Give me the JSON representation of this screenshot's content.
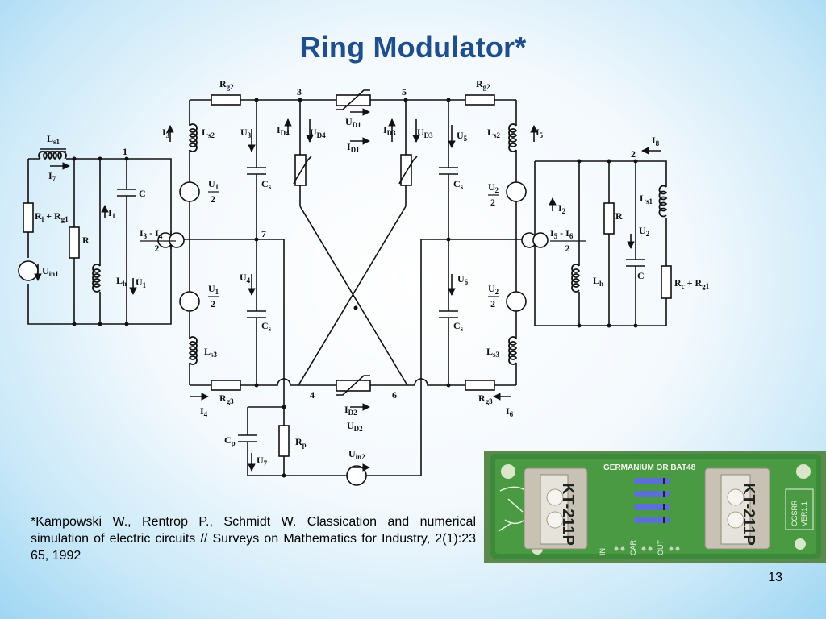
{
  "title": "Ring Modulator*",
  "footnote": "*Kampowski W., Rentrop P., Schmidt W. Classication and numerical simulation of electric circuits // Surveys on Mathematics for Industry, 2(1):23 65, 1992",
  "page_number": "13",
  "board": {
    "top_label": "GERMANIUM OR BAT48",
    "transformer_left": "KT-211P",
    "transformer_right": "KT-211P",
    "side_label_1": "CGSRR",
    "side_label_2": "VER1.1",
    "pin_labels": [
      "IN",
      "CAR",
      "OUT"
    ]
  },
  "colors": {
    "title": "#1f4e8c",
    "pcb": "#3d8a3a",
    "transformer": "#c7c2b4"
  },
  "circuit": {
    "labels": [
      {
        "id": "rg2-left",
        "parts": [
          [
            "R",
            ""
          ],
          [
            "g2",
            "sub"
          ]
        ]
      },
      {
        "id": "rg2-right",
        "parts": [
          [
            "R",
            ""
          ],
          [
            "g2",
            "sub"
          ]
        ]
      },
      {
        "id": "rg3-left",
        "parts": [
          [
            "R",
            ""
          ],
          [
            "g3",
            "sub"
          ]
        ]
      },
      {
        "id": "rg3-right",
        "parts": [
          [
            "R",
            ""
          ],
          [
            "g3",
            "sub"
          ]
        ]
      },
      {
        "id": "node-1",
        "parts": [
          [
            "1",
            ""
          ]
        ]
      },
      {
        "id": "node-2",
        "parts": [
          [
            "2",
            ""
          ]
        ]
      },
      {
        "id": "node-3",
        "parts": [
          [
            "3",
            ""
          ]
        ]
      },
      {
        "id": "node-4",
        "parts": [
          [
            "4",
            ""
          ]
        ]
      },
      {
        "id": "node-5",
        "parts": [
          [
            "5",
            ""
          ]
        ]
      },
      {
        "id": "node-6",
        "parts": [
          [
            "6",
            ""
          ]
        ]
      },
      {
        "id": "node-7",
        "parts": [
          [
            "7",
            ""
          ]
        ]
      },
      {
        "id": "ud1",
        "parts": [
          [
            "U",
            ""
          ],
          [
            "D1",
            "sub"
          ]
        ]
      },
      {
        "id": "id1",
        "parts": [
          [
            "I",
            ""
          ],
          [
            "D1",
            "sub"
          ]
        ]
      },
      {
        "id": "id2",
        "parts": [
          [
            "I",
            ""
          ],
          [
            "D2",
            "sub"
          ]
        ]
      },
      {
        "id": "ud2",
        "parts": [
          [
            "U",
            ""
          ],
          [
            "D2",
            "sub"
          ]
        ]
      },
      {
        "id": "id4",
        "parts": [
          [
            "I",
            ""
          ],
          [
            "D4",
            "sub"
          ]
        ]
      },
      {
        "id": "ud4",
        "parts": [
          [
            "U",
            ""
          ],
          [
            "D4",
            "sub"
          ]
        ]
      },
      {
        "id": "id3",
        "parts": [
          [
            "I",
            ""
          ],
          [
            "D3",
            "sub"
          ]
        ]
      },
      {
        "id": "ud3",
        "parts": [
          [
            "U",
            ""
          ],
          [
            "D3",
            "sub"
          ]
        ]
      },
      {
        "id": "i3",
        "parts": [
          [
            "I",
            ""
          ],
          [
            "3",
            "sub"
          ]
        ]
      },
      {
        "id": "ls2-left",
        "parts": [
          [
            "L",
            ""
          ],
          [
            "s2",
            "sub"
          ]
        ]
      },
      {
        "id": "u3",
        "parts": [
          [
            "U",
            ""
          ],
          [
            "3",
            "sub"
          ]
        ]
      },
      {
        "id": "cs-tl",
        "parts": [
          [
            "C",
            ""
          ],
          [
            "s",
            "sub"
          ]
        ]
      },
      {
        "id": "u1half-top",
        "parts": [
          [
            "U",
            ""
          ],
          [
            "1",
            "sub"
          ]
        ],
        "frac": "2"
      },
      {
        "id": "i3-i4",
        "parts": [
          [
            "I",
            ""
          ],
          [
            "3",
            "sub"
          ],
          [
            " - I",
            ""
          ],
          [
            "4",
            "sub"
          ]
        ],
        "frac": "2"
      },
      {
        "id": "u4",
        "parts": [
          [
            "U",
            ""
          ],
          [
            "4",
            "sub"
          ]
        ]
      },
      {
        "id": "u1half-bot",
        "parts": [
          [
            "U",
            ""
          ],
          [
            "1",
            "sub"
          ]
        ],
        "frac": "2"
      },
      {
        "id": "cs-bl",
        "parts": [
          [
            "C",
            ""
          ],
          [
            "s",
            "sub"
          ]
        ]
      },
      {
        "id": "ls3-left",
        "parts": [
          [
            "L",
            ""
          ],
          [
            "s3",
            "sub"
          ]
        ]
      },
      {
        "id": "i4",
        "parts": [
          [
            "I",
            ""
          ],
          [
            "4",
            "sub"
          ]
        ]
      },
      {
        "id": "ls1-left",
        "parts": [
          [
            "L",
            ""
          ],
          [
            "s1",
            "sub"
          ]
        ]
      },
      {
        "id": "i7",
        "parts": [
          [
            "I",
            ""
          ],
          [
            "7",
            "sub"
          ]
        ]
      },
      {
        "id": "ri-rg1",
        "parts": [
          [
            "R",
            ""
          ],
          [
            "i",
            "sub"
          ],
          [
            " + R",
            ""
          ],
          [
            "g1",
            "sub"
          ]
        ]
      },
      {
        "id": "uin1",
        "parts": [
          [
            "U",
            ""
          ],
          [
            "in1",
            "sub"
          ]
        ]
      },
      {
        "id": "r-left",
        "parts": [
          [
            "R",
            ""
          ]
        ]
      },
      {
        "id": "i1",
        "parts": [
          [
            "I",
            ""
          ],
          [
            "1",
            "sub"
          ]
        ]
      },
      {
        "id": "lh-left",
        "parts": [
          [
            "L",
            ""
          ],
          [
            "h",
            "sub"
          ]
        ]
      },
      {
        "id": "u1",
        "parts": [
          [
            "U",
            ""
          ],
          [
            "1",
            "sub"
          ]
        ]
      },
      {
        "id": "c-left",
        "parts": [
          [
            "C",
            ""
          ]
        ]
      },
      {
        "id": "cp",
        "parts": [
          [
            "C",
            ""
          ],
          [
            "p",
            "sub"
          ]
        ]
      },
      {
        "id": "u7",
        "parts": [
          [
            "U",
            ""
          ],
          [
            "7",
            "sub"
          ]
        ]
      },
      {
        "id": "rp",
        "parts": [
          [
            "R",
            ""
          ],
          [
            "p",
            "sub"
          ]
        ]
      },
      {
        "id": "uin2",
        "parts": [
          [
            "U",
            ""
          ],
          [
            "in2",
            "sub"
          ]
        ]
      },
      {
        "id": "i5",
        "parts": [
          [
            "I",
            ""
          ],
          [
            "5",
            "sub"
          ]
        ]
      },
      {
        "id": "ls2-right",
        "parts": [
          [
            "L",
            ""
          ],
          [
            "s2",
            "sub"
          ]
        ]
      },
      {
        "id": "u5",
        "parts": [
          [
            "U",
            ""
          ],
          [
            "5",
            "sub"
          ]
        ]
      },
      {
        "id": "cs-tr",
        "parts": [
          [
            "C",
            ""
          ],
          [
            "s",
            "sub"
          ]
        ]
      },
      {
        "id": "u2half-top",
        "parts": [
          [
            "U",
            ""
          ],
          [
            "2",
            "sub"
          ]
        ],
        "frac": "2"
      },
      {
        "id": "i5-i6",
        "parts": [
          [
            "I",
            ""
          ],
          [
            "5",
            "sub"
          ],
          [
            " - I",
            ""
          ],
          [
            "6",
            "sub"
          ]
        ],
        "frac": "2"
      },
      {
        "id": "u6",
        "parts": [
          [
            "U",
            ""
          ],
          [
            "6",
            "sub"
          ]
        ]
      },
      {
        "id": "u2half-bot",
        "parts": [
          [
            "U",
            ""
          ],
          [
            "2",
            "sub"
          ]
        ],
        "frac": "2"
      },
      {
        "id": "cs-br",
        "parts": [
          [
            "C",
            ""
          ],
          [
            "s",
            "sub"
          ]
        ]
      },
      {
        "id": "ls3-right",
        "parts": [
          [
            "L",
            ""
          ],
          [
            "s3",
            "sub"
          ]
        ]
      },
      {
        "id": "i6",
        "parts": [
          [
            "I",
            ""
          ],
          [
            "6",
            "sub"
          ]
        ]
      },
      {
        "id": "i8",
        "parts": [
          [
            "I",
            ""
          ],
          [
            "8",
            "sub"
          ]
        ]
      },
      {
        "id": "i2",
        "parts": [
          [
            "I",
            ""
          ],
          [
            "2",
            "sub"
          ]
        ]
      },
      {
        "id": "r-right",
        "parts": [
          [
            "R",
            ""
          ]
        ]
      },
      {
        "id": "ls1-right",
        "parts": [
          [
            "L",
            ""
          ],
          [
            "s1",
            "sub"
          ]
        ]
      },
      {
        "id": "u2",
        "parts": [
          [
            "U",
            ""
          ],
          [
            "2",
            "sub"
          ]
        ]
      },
      {
        "id": "lh-right",
        "parts": [
          [
            "L",
            ""
          ],
          [
            "h",
            "sub"
          ]
        ]
      },
      {
        "id": "c-right",
        "parts": [
          [
            "C",
            ""
          ]
        ]
      },
      {
        "id": "rc-rg1",
        "parts": [
          [
            "R",
            ""
          ],
          [
            "c",
            "sub"
          ],
          [
            " + R",
            ""
          ],
          [
            "g1",
            "sub"
          ]
        ]
      }
    ]
  }
}
